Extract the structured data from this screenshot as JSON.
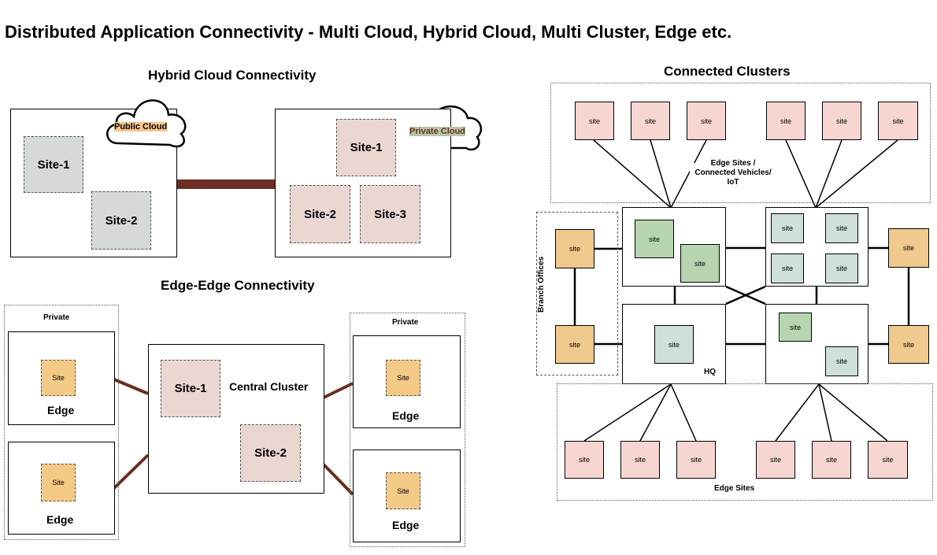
{
  "title": "Distributed Application Connectivity - Multi Cloud, Hybrid Cloud, Multi Cluster, Edge etc.",
  "hybrid": {
    "title": "Hybrid Cloud Connectivity",
    "public_cloud_label": "Public Cloud",
    "private_cloud_label": "Private Cloud",
    "left_sites": [
      "Site-1",
      "Site-2"
    ],
    "right_sites": [
      "Site-1",
      "Site-2",
      "Site-3"
    ]
  },
  "edge_edge": {
    "title": "Edge-Edge Connectivity",
    "private_label": "Private",
    "edge_label": "Edge",
    "site_label": "Site",
    "central_cluster_label": "Central Cluster",
    "central_sites": [
      "Site-1",
      "Site-2"
    ]
  },
  "connected": {
    "title": "Connected Clusters",
    "site_label": "site",
    "edge_sites_connected_label": "Edge Sites / Connected Vehicles/ IoT",
    "branch_offices_label": "Branch Offices",
    "hq_label": "HQ",
    "edge_sites_label": "Edge Sites"
  },
  "colors": {
    "link": "#6b2e22",
    "site_grey": "#d6dad7",
    "site_pink": "#ead7d2",
    "site_orange": "#f3ca86",
    "site_salmon": "#f7d6d1",
    "site_green": "#b7d6b0",
    "site_teal": "#cfe0dc"
  }
}
